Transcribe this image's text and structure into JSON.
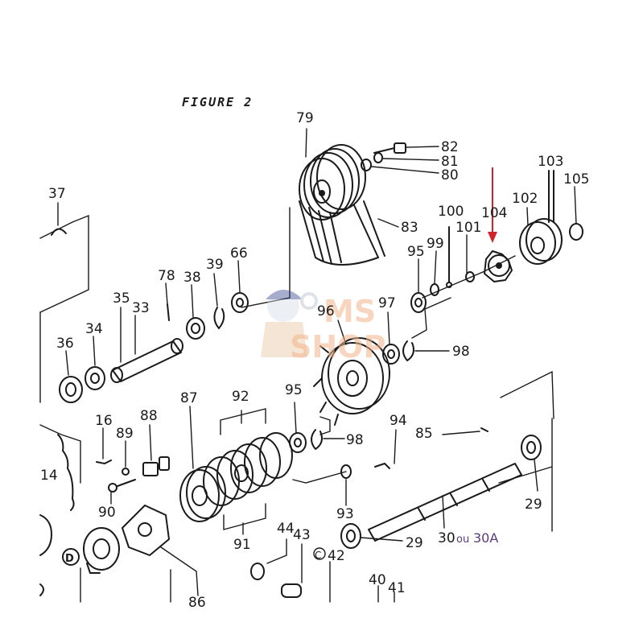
{
  "title": "FIGURE 2",
  "watermark": {
    "line1": "MS",
    "line2": "SHOP"
  },
  "highlight_color": "#d2232a",
  "labels": {
    "p79": "79",
    "p82": "82",
    "p81": "81",
    "p80": "80",
    "p83": "83",
    "p37": "37",
    "p78": "78",
    "p38": "38",
    "p39": "39",
    "p66": "66",
    "p35": "35",
    "p33": "33",
    "p36": "36",
    "p34": "34",
    "p100": "100",
    "p104": "104",
    "p103": "103",
    "p105": "105",
    "p102": "102",
    "p99": "99",
    "p101": "101",
    "p95a": "95",
    "p96": "96",
    "p97": "97",
    "p98a": "98",
    "p87": "87",
    "p92": "92",
    "p95b": "95",
    "p98b": "98",
    "p16": "16",
    "p89": "89",
    "p88": "88",
    "p14": "14",
    "p90": "90",
    "p94": "94",
    "p85": "85",
    "p93": "93",
    "p29a": "29",
    "p29b": "29",
    "p30": "30",
    "p30ou": "ou",
    "p30a": "30A",
    "p91": "91",
    "p44": "44",
    "p43": "43",
    "p42": "42",
    "p40": "40",
    "p41": "41",
    "p86": "86"
  }
}
